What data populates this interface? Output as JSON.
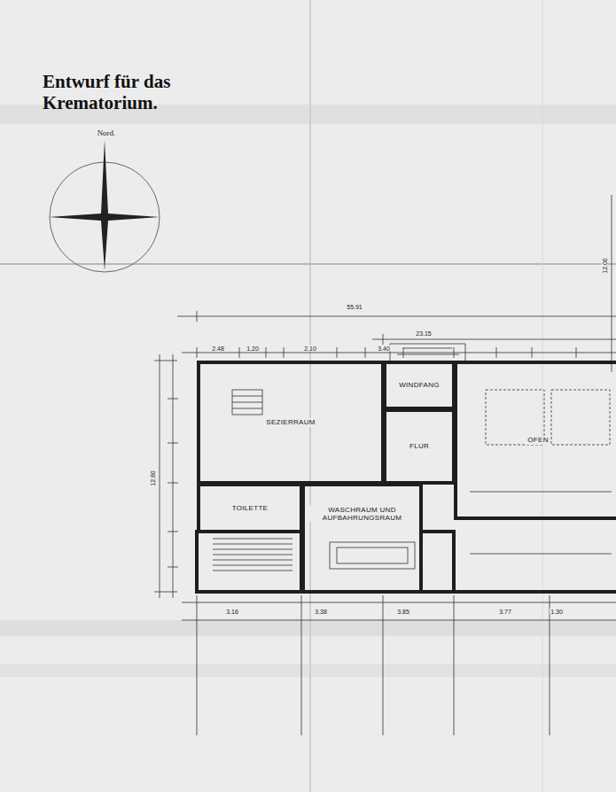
{
  "diagram": {
    "title": "Entwurf für das Krematorium.",
    "nodes": [
      {
        "text": [
          "SEZIERRAUM"
        ]
      },
      {
        "text": [
          "WINDFANG"
        ]
      },
      {
        "text": [
          "FLUR"
        ]
      },
      {
        "text": [
          "TOILETTE"
        ]
      },
      {
        "text": [
          "WASCHRAUM UND AUFBAHRUNGSRAUM"
        ]
      },
      {
        "text": [
          "OFEN"
        ]
      }
    ],
    "labels": [
      "Nord.",
      "55.91",
      "23.15",
      "12.00",
      "12.80",
      "2.48",
      "1.20",
      "2.10",
      "3.40",
      "3.16",
      "3.38",
      "3.85",
      "3.77",
      "1.30"
    ]
  }
}
